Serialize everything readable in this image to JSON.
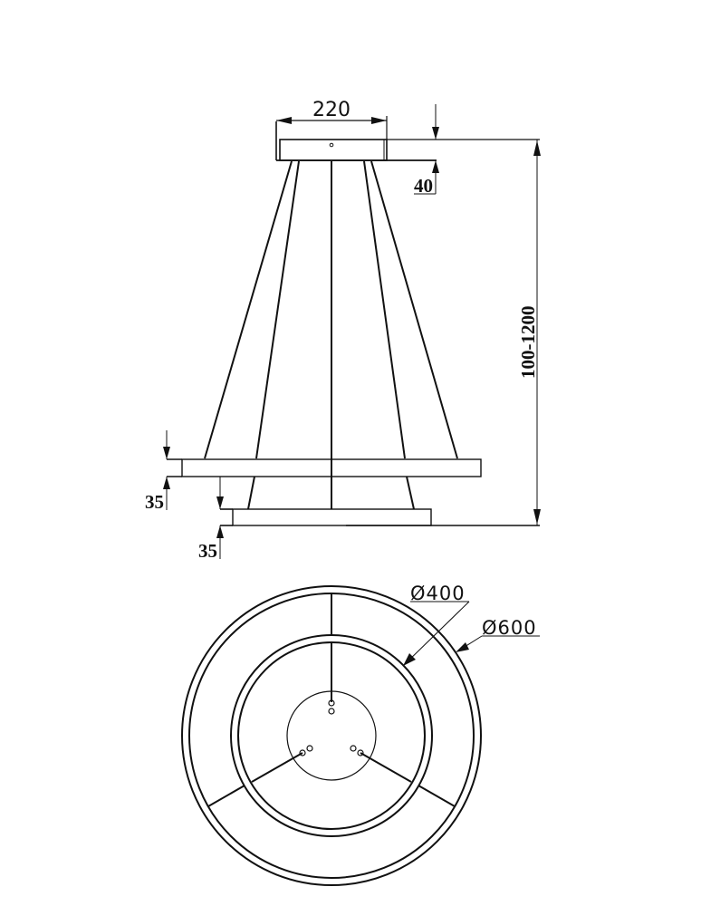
{
  "drawing": {
    "title": "Pendant lamp technical drawing",
    "views": [
      "side elevation",
      "bottom plan"
    ],
    "line_color": "#111111",
    "background": "#ffffff"
  },
  "elevation": {
    "canopy_width": "220",
    "canopy_height": "40",
    "suspension_height": "100-1200",
    "upper_ring_thickness": "35",
    "lower_ring_thickness": "35"
  },
  "plan": {
    "inner_ring_diameter": "Ø400",
    "outer_ring_diameter": "Ø600"
  }
}
